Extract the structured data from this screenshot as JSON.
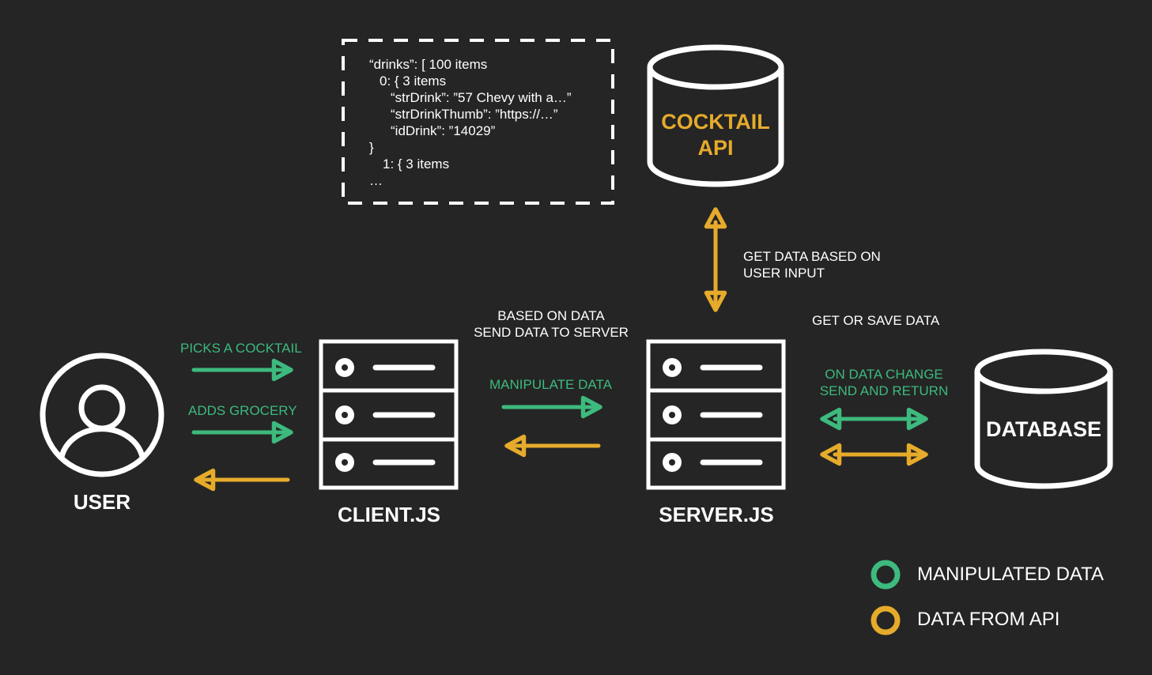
{
  "colors": {
    "background": "#252525",
    "foreground": "#ffffff",
    "manipulated": "#3dba7d",
    "api": "#e6ab2b"
  },
  "user": {
    "label": "USER",
    "icon": "user-icon"
  },
  "client": {
    "label": "CLIENT.JS",
    "icon": "server-rack-icon"
  },
  "server": {
    "label": "SERVER.JS",
    "icon": "server-rack-icon"
  },
  "cocktail_api": {
    "line1": "COCKTAIL",
    "line2": "API",
    "icon": "database-cylinder-icon"
  },
  "database": {
    "label": "DATABASE",
    "icon": "database-cylinder-icon"
  },
  "json_preview": [
    "“drinks”: [ 100 items",
    "0: { 3 items",
    "“strDrink”: ”57 Chevy with a…”",
    "“strDrinkThumb”: ”https://…”",
    "“idDrink”: ”14029”",
    "}",
    "1: { 3 items",
    "…"
  ],
  "edges": {
    "user_client_picks": "PICKS A COCKTAIL",
    "user_client_adds": "ADDS GROCERY",
    "client_server_top_line1": "BASED ON DATA",
    "client_server_top_line2": "SEND DATA TO SERVER",
    "client_server_manipulate": "MANIPULATE DATA",
    "api_server_line1": "GET DATA BASED ON",
    "api_server_line2": "USER INPUT",
    "server_db_top": "GET OR SAVE DATA",
    "server_db_change_line1": "ON DATA CHANGE",
    "server_db_change_line2": "SEND AND RETURN"
  },
  "legend": [
    {
      "label": "MANIPULATED DATA",
      "color": "#3dba7d"
    },
    {
      "label": "DATA FROM API",
      "color": "#e6ab2b"
    }
  ]
}
